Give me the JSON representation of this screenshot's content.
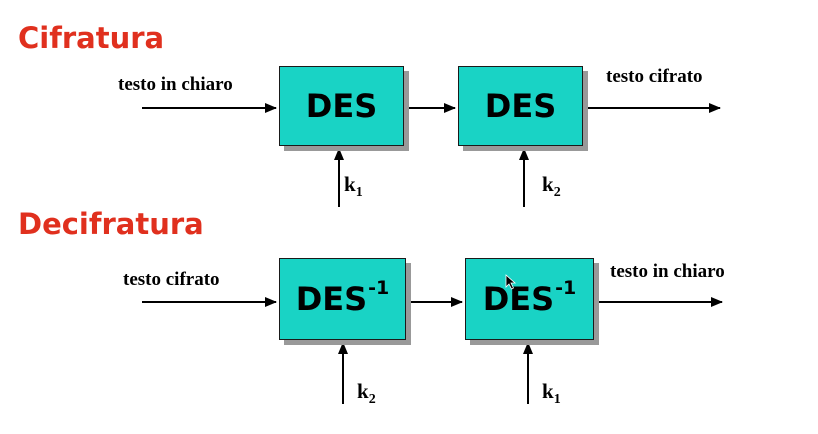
{
  "encryption": {
    "title": "Cifratura",
    "input_label": "testo in chiaro",
    "output_label": "testo cifrato",
    "block1": {
      "label": "DES",
      "sup": ""
    },
    "block2": {
      "label": "DES",
      "sup": ""
    },
    "key1": {
      "letter": "k",
      "sub": "1"
    },
    "key2": {
      "letter": "k",
      "sub": "2"
    }
  },
  "decryption": {
    "title": "Decifratura",
    "input_label": "testo cifrato",
    "output_label": "testo in chiaro",
    "block1": {
      "label": "DES",
      "sup": "-1"
    },
    "block2": {
      "label": "DES",
      "sup": "-1"
    },
    "key1": {
      "letter": "k",
      "sub": "2"
    },
    "key2": {
      "letter": "k",
      "sub": "1"
    }
  },
  "colors": {
    "title": "#e0301e",
    "block_fill": "#19d3c5",
    "block_shadow": "#999999"
  }
}
